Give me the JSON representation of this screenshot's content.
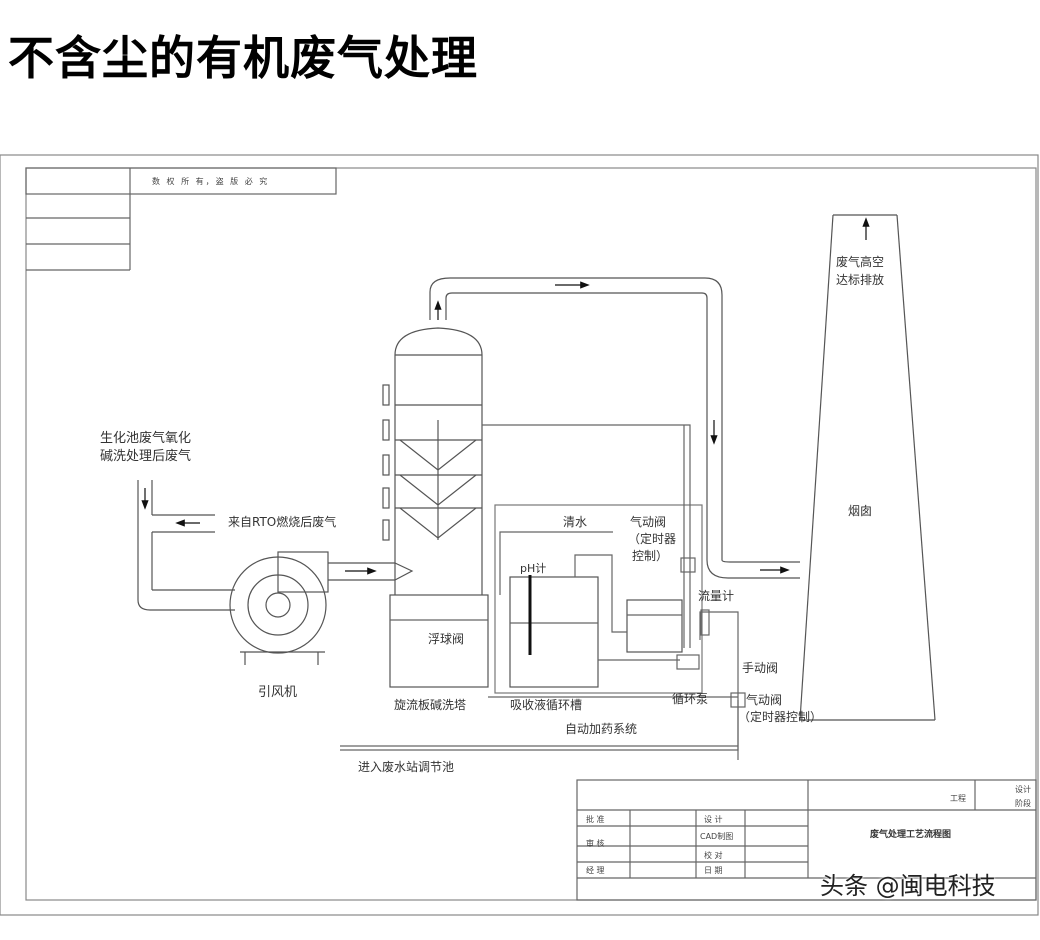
{
  "page": {
    "title": "不含尘的有机废气处理",
    "watermark": "头条 @闽电科技"
  },
  "diagram": {
    "corner_note": "数 权 所 有，盗 版 必 究",
    "labels": {
      "biochem_gas": "生化池废气氧化",
      "biochem_gas_2": "碱洗处理后废气",
      "rto_gas": "来自RTO燃烧后废气",
      "fan": "引风机",
      "scrubber": "旋流板碱洗塔",
      "float_valve": "浮球阀",
      "clean_water": "清水",
      "pneumatic_valve_top": "气动阀",
      "pneumatic_valve_top_2": "（定时器",
      "pneumatic_valve_top_3": "控制）",
      "ph_meter": "pH计",
      "tank": "吸收液循环槽",
      "flow_meter": "流量计",
      "manual_valve": "手动阀",
      "pump": "循环泵",
      "pneumatic_valve_bottom": "气动阀",
      "pneumatic_valve_bottom_2": "（定时器控制）",
      "dosing": "自动加药系统",
      "to_wastewater": "进入废水站调节池",
      "chimney": "烟囱",
      "discharge": "废气高空",
      "discharge_2": "达标排放"
    },
    "title_block": {
      "project_label": "工程",
      "design_phase": "设计",
      "design_phase_2": "阶段",
      "drawing_name": "废气处理工艺流程图",
      "rows": [
        {
          "left": "批 准",
          "right": "设 计"
        },
        {
          "left": "审 核",
          "right": "CAD制图"
        },
        {
          "left": "",
          "right": "校 对"
        },
        {
          "left": "经 理",
          "right": "日 期"
        }
      ]
    }
  }
}
